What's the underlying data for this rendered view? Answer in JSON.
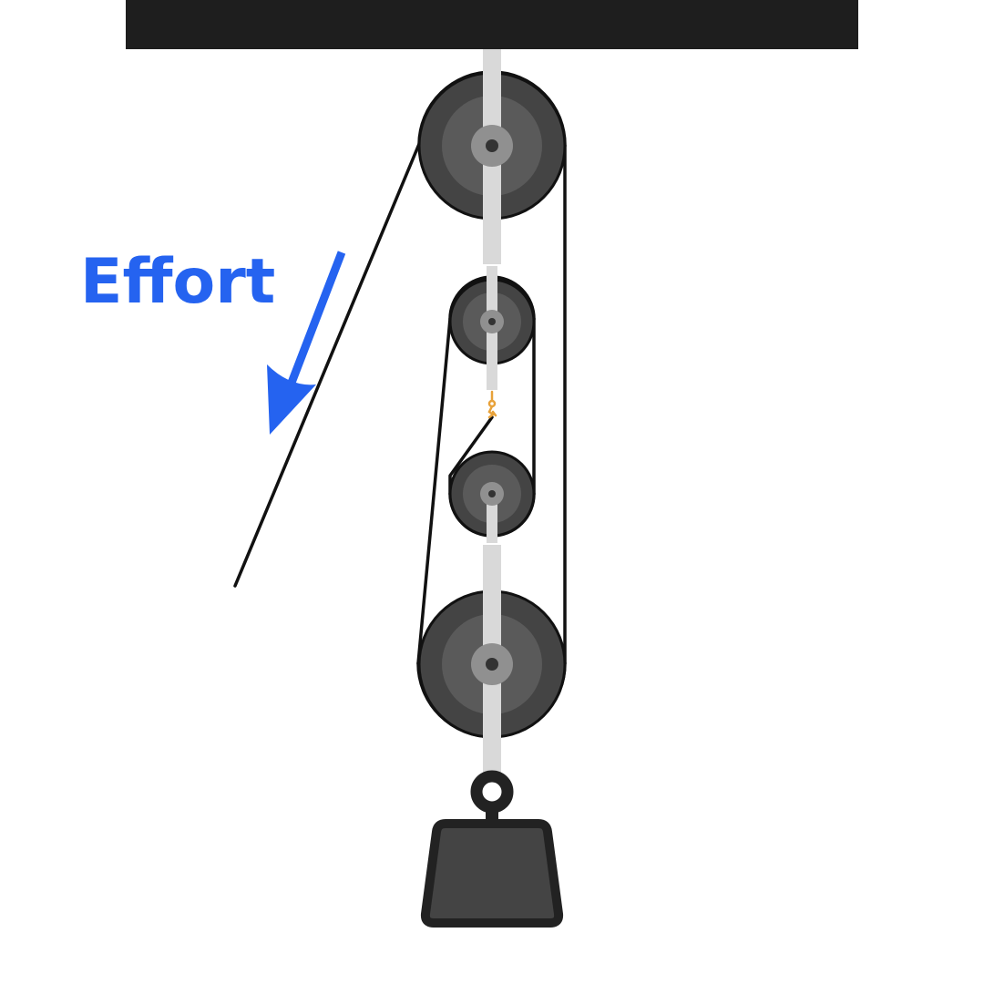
{
  "diagram": {
    "label": "Effort",
    "colors": {
      "effort": "#2563f0",
      "ceiling": "#1e1e1e",
      "rope": "#111111",
      "pulley_outer": "#444444",
      "pulley_middle": "#5a5a5a",
      "pulley_hub": "#909090",
      "axle_pin": "#333333",
      "strap": "#d9d9d9",
      "weight_fill": "#444444",
      "weight_outline": "#222222",
      "hook": "#e8a23a"
    },
    "components": [
      "ceiling-beam",
      "fixed-pulley-large",
      "fixed-pulley-small",
      "movable-pulley-small",
      "movable-pulley-large",
      "rope",
      "effort-arrow",
      "hook",
      "load-weight"
    ]
  }
}
